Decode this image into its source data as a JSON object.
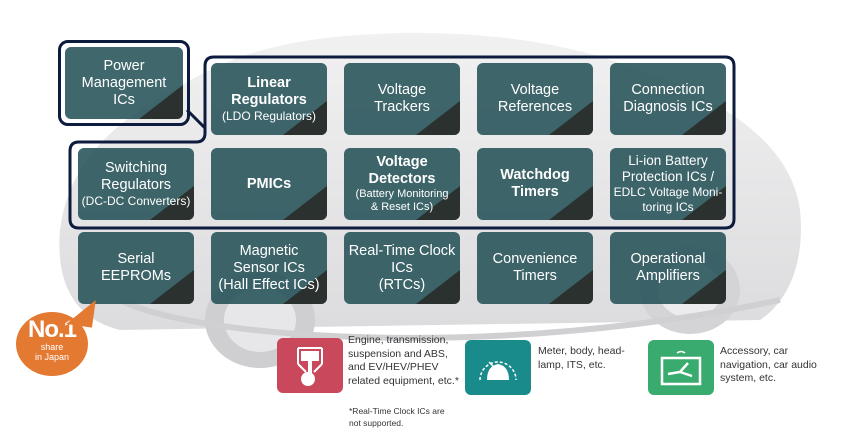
{
  "power_management": {
    "lines": [
      "Power",
      "Management",
      "ICs"
    ]
  },
  "grid": {
    "row1": [
      {
        "lines": [
          "Linear",
          "Regulators"
        ],
        "sub": [
          "(LDO Regulators)"
        ],
        "bold": true
      },
      {
        "lines": [
          "Voltage",
          "Trackers"
        ],
        "sub": [],
        "bold": false
      },
      {
        "lines": [
          "Voltage",
          "References"
        ],
        "sub": [],
        "bold": false
      },
      {
        "lines": [
          "Connection",
          "Diagnosis ICs"
        ],
        "sub": [],
        "bold": false
      }
    ],
    "row2": [
      {
        "lines": [
          "Switching",
          "Regulators"
        ],
        "sub": [
          "(DC-DC Converters)"
        ],
        "bold": false
      },
      {
        "lines": [
          "PMICs"
        ],
        "sub": [],
        "bold": true
      },
      {
        "lines": [
          "Voltage",
          "Detectors"
        ],
        "sub": [
          "(Battery Monitoring",
          "& Reset ICs)"
        ],
        "bold": true
      },
      {
        "lines": [
          "Watchdog",
          "Timers"
        ],
        "sub": [],
        "bold": true
      },
      {
        "lines": [
          "Li-ion Battery",
          "Protection ICs /"
        ],
        "sub": [
          "EDLC Voltage Moni-",
          "toring ICs"
        ],
        "bold": false
      }
    ],
    "row3": [
      {
        "lines": [
          "Serial",
          "EEPROMs"
        ],
        "sub": [],
        "bold": false
      },
      {
        "lines": [
          "Magnetic",
          "Sensor ICs",
          "(Hall Effect ICs)"
        ],
        "sub": [],
        "bold": false
      },
      {
        "lines": [
          "Real-Time Clock",
          "ICs",
          "(RTCs)"
        ],
        "sub": [],
        "bold": false
      },
      {
        "lines": [
          "Convenience",
          "Timers"
        ],
        "sub": [],
        "bold": false
      },
      {
        "lines": [
          "Operational",
          "Amplifiers"
        ],
        "sub": [],
        "bold": false
      }
    ]
  },
  "badge": {
    "number": "No.1",
    "line1": "share",
    "line2": "in Japan",
    "color": "#e47a32"
  },
  "legend": [
    {
      "icon": "engine-piston-icon",
      "color": "#c9485b",
      "lines": [
        "Engine, transmission,",
        "suspension and ABS,",
        "and EV/HEV/PHEV",
        "related equipment, etc.*"
      ]
    },
    {
      "icon": "speedometer-icon",
      "color": "#1a8b8b",
      "lines": [
        "Meter, body, head-",
        "lamp, ITS, etc."
      ]
    },
    {
      "icon": "car-navigation-icon",
      "color": "#3aab6e",
      "lines": [
        "Accessory, car",
        "navigation, car audio",
        "system, etc."
      ]
    }
  ],
  "footnote": {
    "line1": "*Real-Time Clock ICs  are",
    "line2": "not supported."
  },
  "colors": {
    "box": "#2f5d63",
    "frame": "#0d1b3e"
  }
}
